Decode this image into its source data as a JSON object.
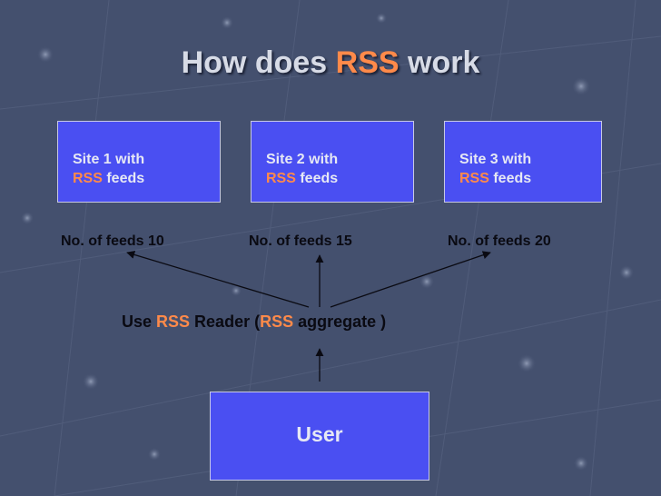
{
  "title": {
    "pre": "How does ",
    "highlight": "RSS",
    "post": " work"
  },
  "sites": [
    {
      "line1": "Site 1 with",
      "hl": "RSS",
      "rest": " feeds"
    },
    {
      "line1": "Site 2 with",
      "hl": "RSS",
      "rest": " feeds"
    },
    {
      "line1": "Site 3 with",
      "hl": "RSS",
      "rest": " feeds"
    }
  ],
  "feeds": [
    "No. of feeds 10",
    "No. of feeds 15",
    "No. of feeds 20"
  ],
  "reader": {
    "p1": "Use ",
    "h1": "RSS",
    "p2": " Reader (",
    "h2": "RSS",
    "p3": " aggregate )"
  },
  "user": {
    "label": "User"
  },
  "colors": {
    "background": "#44506e",
    "box": "#4a4ff2",
    "highlight": "#ff8a4a"
  }
}
